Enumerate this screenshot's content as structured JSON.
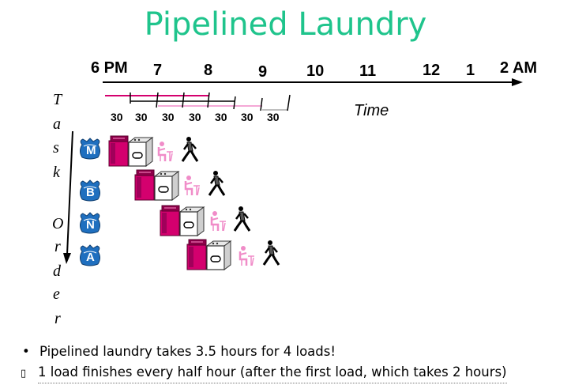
{
  "title": "Pipelined Laundry",
  "timeline": {
    "ticks": [
      "6 PM",
      "7",
      "8",
      "9",
      "10",
      "11",
      "12",
      "1",
      "2 AM"
    ],
    "durations": [
      "30",
      "30",
      "30",
      "30",
      "30",
      "30",
      "30"
    ],
    "axis_label": "Time"
  },
  "task_order_label": [
    "T",
    "a",
    "s",
    "k",
    "O",
    "r",
    "d",
    "e",
    "r"
  ],
  "loads": [
    {
      "letter": "M",
      "bag_color": "#1f6fbf"
    },
    {
      "letter": "B",
      "bag_color": "#1f6fbf"
    },
    {
      "letter": "N",
      "bag_color": "#1f6fbf"
    },
    {
      "letter": "A",
      "bag_color": "#1f6fbf"
    }
  ],
  "icons": [
    "laundry-bag-icon",
    "washer-icon",
    "dryer-icon",
    "folder-person-icon",
    "walking-person-icon"
  ],
  "colors": {
    "washer": "#d4006e",
    "title": "#1fc48c",
    "folder": "#f08cc8"
  },
  "bullets": [
    {
      "mark": "•",
      "text": "Pipelined laundry takes 3.5 hours for 4 loads!"
    },
    {
      "mark": "▯",
      "text": "1 load finishes every half hour (after the first load, which takes 2 hours)"
    }
  ]
}
